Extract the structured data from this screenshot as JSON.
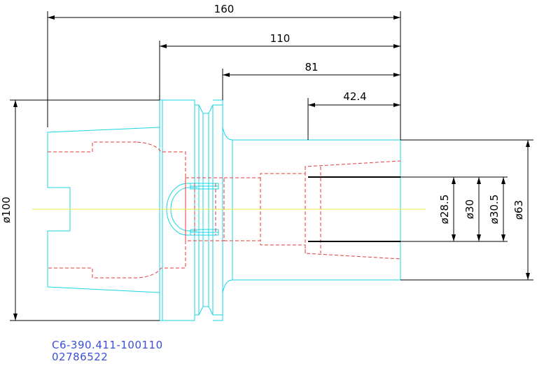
{
  "dimensions": {
    "length_total": "160",
    "length_110": "110",
    "length_81": "81",
    "length_42_4": "42.4",
    "dia_100": "ø100",
    "dia_28_5": "ø28.5",
    "dia_30": "ø30",
    "dia_30_5": "ø30.5",
    "dia_63": "ø63"
  },
  "part": {
    "number": "C6-390.411-100110",
    "code": "02786522"
  },
  "colors": {
    "outline": "#18d6e6",
    "hidden": "#e63a3a",
    "centerline": "#e8e83a",
    "dimension": "#000000",
    "part_text": "#3a4fd6"
  }
}
